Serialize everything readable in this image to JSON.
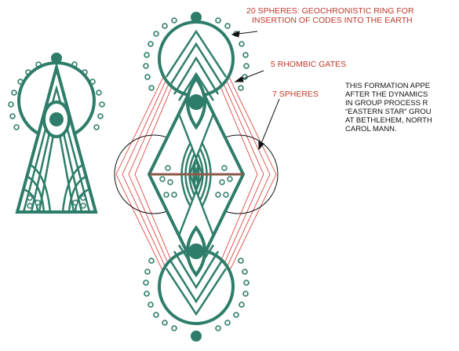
{
  "annotations": {
    "spheres20_line1": "20 SPHERES: GEOCHRONISTIC RING FOR",
    "spheres20_line2": "INSERTION OF CODES INTO THE EARTH",
    "rhombic_gates": "5 RHOMBIC GATES",
    "spheres7": "7 SPHERES"
  },
  "description": {
    "lines": [
      "THIS FORMATION APPE",
      "AFTER THE DYNAMICS",
      "IN GROUP PROCESS R",
      "“EASTERN STAR” GROU",
      "AT BETHLEHEM, NORTH",
      "CAROL MANN."
    ]
  },
  "colors": {
    "glyph": "#2e7d6a",
    "red_lines": "#d9312b",
    "label_text": "#c0392b",
    "body_text": "#111111",
    "arrows": "#111111"
  }
}
